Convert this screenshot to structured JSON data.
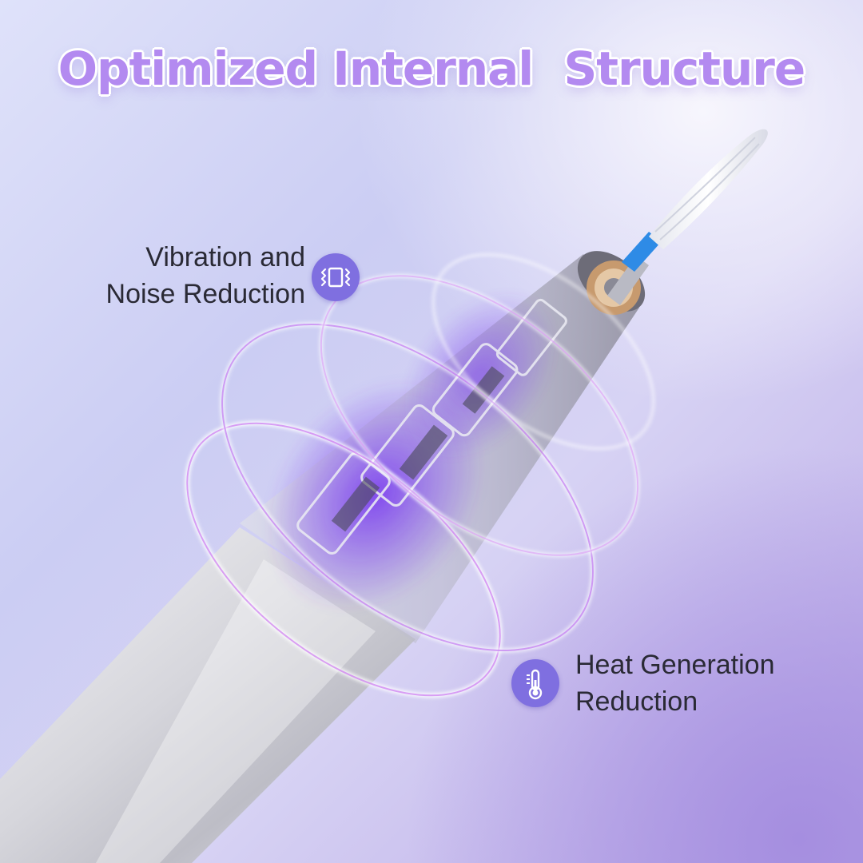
{
  "headline": "Optimized Internal  Structure",
  "features": {
    "vibration": {
      "line1": "Vibration and",
      "line2": "Noise Reduction",
      "icon": "vibration-icon"
    },
    "heat": {
      "line1": "Heat Generation",
      "line2": "Reduction",
      "icon": "thermometer-icon"
    }
  },
  "colors": {
    "title": "#b38af0",
    "badge": "#7f6fe0",
    "ring_glow": "#c77cf2",
    "bit_band": "#2e8be6"
  }
}
